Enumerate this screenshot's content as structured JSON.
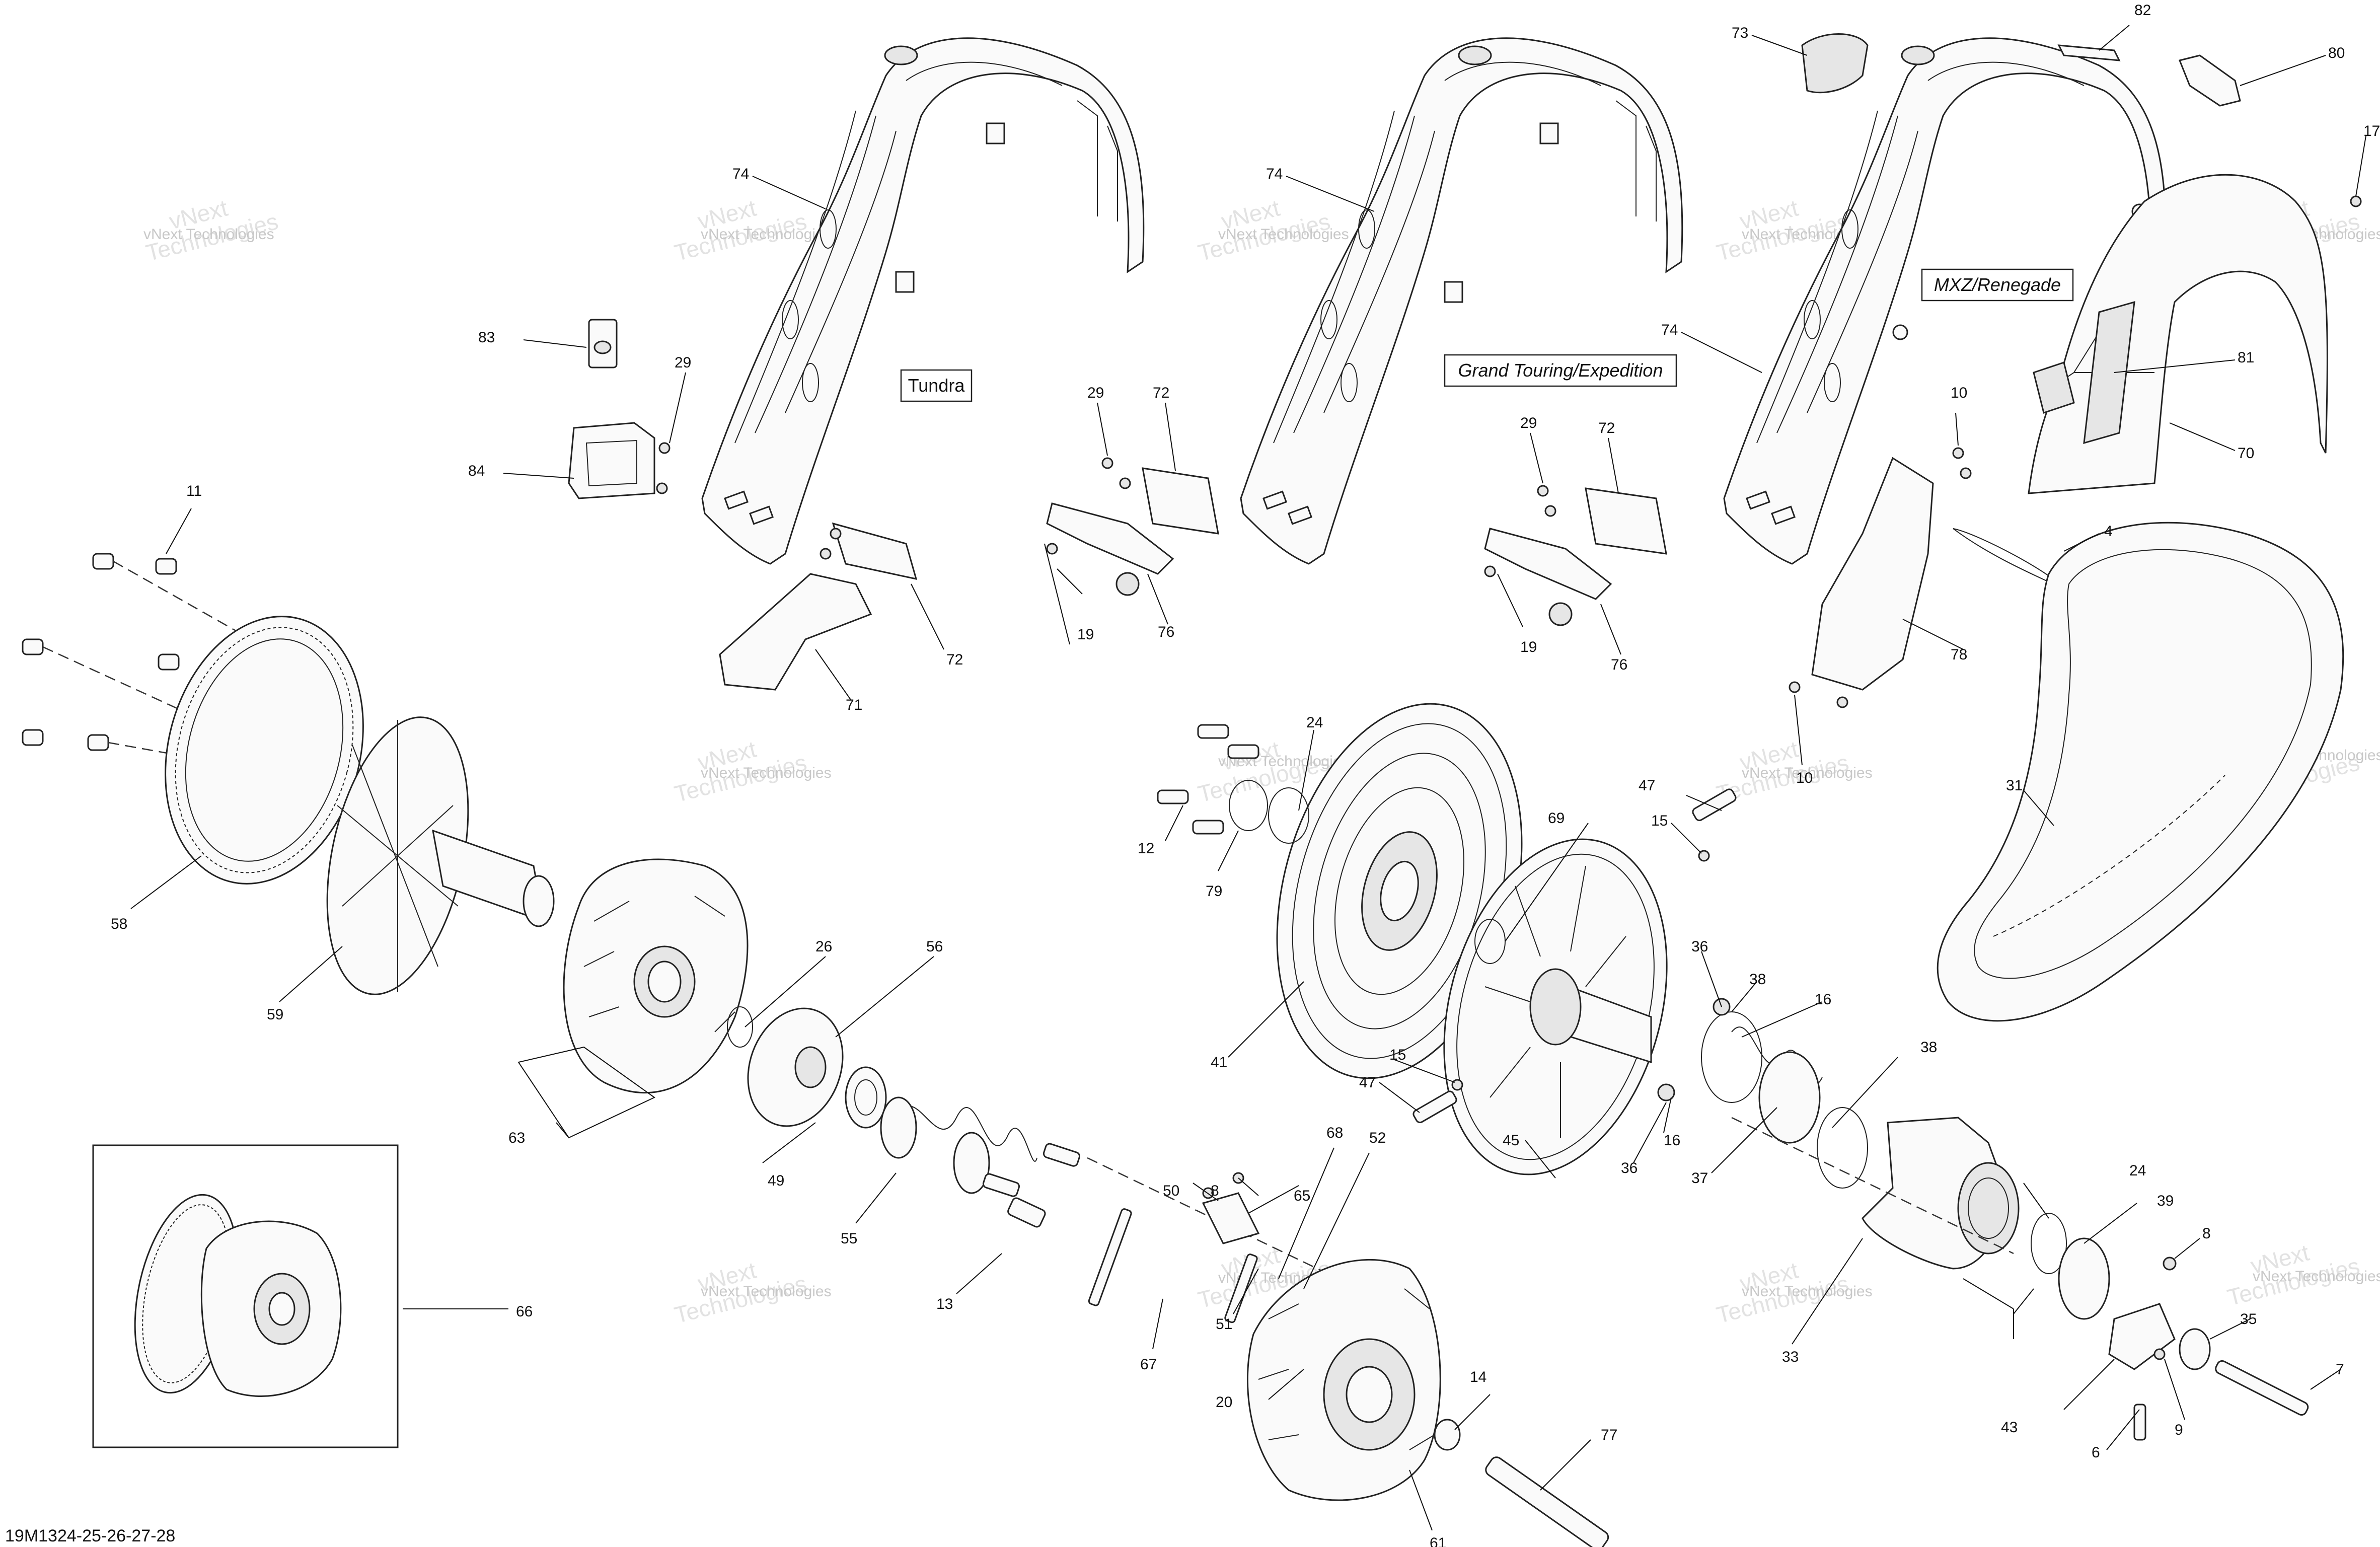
{
  "diagram_code": "19M1324-25-26-27-28",
  "model_labels": {
    "tundra": "Tundra",
    "grand_touring": "Grand Touring/Expedition",
    "mxz": "MXZ/Renegade"
  },
  "watermark": {
    "line1": "vNext Technologies",
    "line2": "vNext",
    "line3": "Technologies"
  },
  "callouts": {
    "c4": "4",
    "c6": "6",
    "c7": "7",
    "c8a": "8",
    "c8b": "8",
    "c9": "9",
    "c10a": "10",
    "c10b": "10",
    "c11": "11",
    "c12": "12",
    "c13": "13",
    "c14": "14",
    "c15a": "15",
    "c15b": "15",
    "c16a": "16",
    "c16b": "16",
    "c17": "17",
    "c19a": "19",
    "c19b": "19",
    "c20": "20",
    "c24a": "24",
    "c24b": "24",
    "c26": "26",
    "c29a": "29",
    "c29b": "29",
    "c29c": "29",
    "c31": "31",
    "c33": "33",
    "c35": "35",
    "c36a": "36",
    "c36b": "36",
    "c37": "37",
    "c38a": "38",
    "c38b": "38",
    "c39": "39",
    "c41": "41",
    "c43": "43",
    "c45": "45",
    "c47a": "47",
    "c47b": "47",
    "c49": "49",
    "c50": "50",
    "c51": "51",
    "c52": "52",
    "c55": "55",
    "c56": "56",
    "c58": "58",
    "c59": "59",
    "c61": "61",
    "c63": "63",
    "c65": "65",
    "c66": "66",
    "c67": "67",
    "c68": "68",
    "c69": "69",
    "c70": "70",
    "c71": "71",
    "c72a": "72",
    "c72b": "72",
    "c72c": "72",
    "c73": "73",
    "c74a": "74",
    "c74b": "74",
    "c74c": "74",
    "c76a": "76",
    "c76b": "76",
    "c77": "77",
    "c78": "78",
    "c79": "79",
    "c80": "80",
    "c81": "81",
    "c82": "82",
    "c83": "83",
    "c84": "84"
  }
}
